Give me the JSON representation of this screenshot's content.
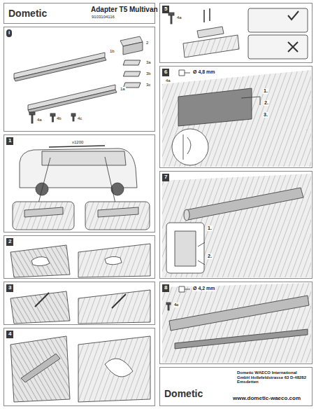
{
  "diagram": {
    "title": "Adapter T5 Multivan",
    "nodes": [
      {
        "text": [
          "Dometic"
        ]
      },
      {
        "text": [
          "i"
        ]
      },
      {
        "text": [
          "1"
        ]
      },
      {
        "text": [
          "2"
        ]
      },
      {
        "text": [
          "3"
        ]
      },
      {
        "text": [
          "4"
        ]
      },
      {
        "text": [
          "5"
        ]
      },
      {
        "text": [
          "6"
        ]
      },
      {
        "text": [
          "7"
        ]
      },
      {
        "text": [
          "8"
        ]
      },
      {
        "text": [
          "Dometic",
          "Dometic WAECO International GmbH Hollefeldstrasse 63 D-48282 Emsdetten",
          "www.dometic-waeco.com"
        ]
      }
    ],
    "labels": [
      "9103104116",
      "1b",
      "1a",
      "2",
      "3a",
      "3b",
      "3c",
      "4a",
      "4b",
      "4c",
      "x1200",
      "4a",
      "4a",
      "Ø 4,8 mm",
      "1.",
      "2.",
      "3.",
      "1.",
      "2.",
      "4c",
      "Ø 4,2 mm"
    ]
  }
}
